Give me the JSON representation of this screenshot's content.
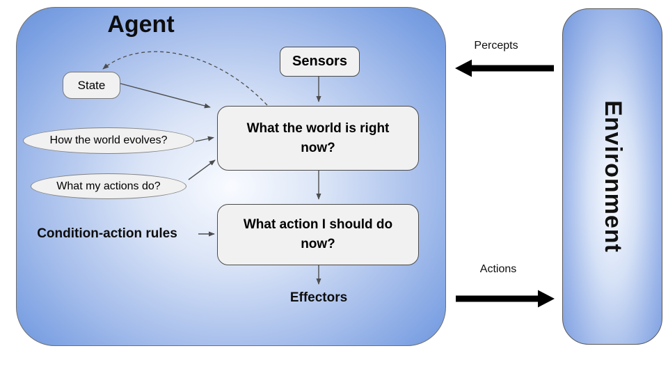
{
  "agent": {
    "label": "Agent"
  },
  "environment": {
    "label": "Environment"
  },
  "nodes": {
    "sensors": {
      "label": "Sensors"
    },
    "state": {
      "label": "State"
    },
    "how_world_evolves": {
      "label": "How the world evolves?"
    },
    "what_actions_do": {
      "label": "What my actions do?"
    },
    "condition_action_rules": {
      "label": "Condition-action rules"
    },
    "what_world_now": {
      "label": "What the world is right now?"
    },
    "what_action_now": {
      "label": "What action I should do now?"
    },
    "effectors": {
      "label": "Effectors"
    }
  },
  "flows": {
    "percepts": {
      "label": "Percepts",
      "direction": "environment-to-agent"
    },
    "actions": {
      "label": "Actions",
      "direction": "agent-to-environment"
    }
  },
  "colors": {
    "container_edge_blue": "#6c94da",
    "container_center": "#f9fbff",
    "node_fill": "#f1f1f1",
    "node_border": "#4a4a4a",
    "connector_gray": "#4d4d4d",
    "flow_arrow_black": "#000000"
  }
}
